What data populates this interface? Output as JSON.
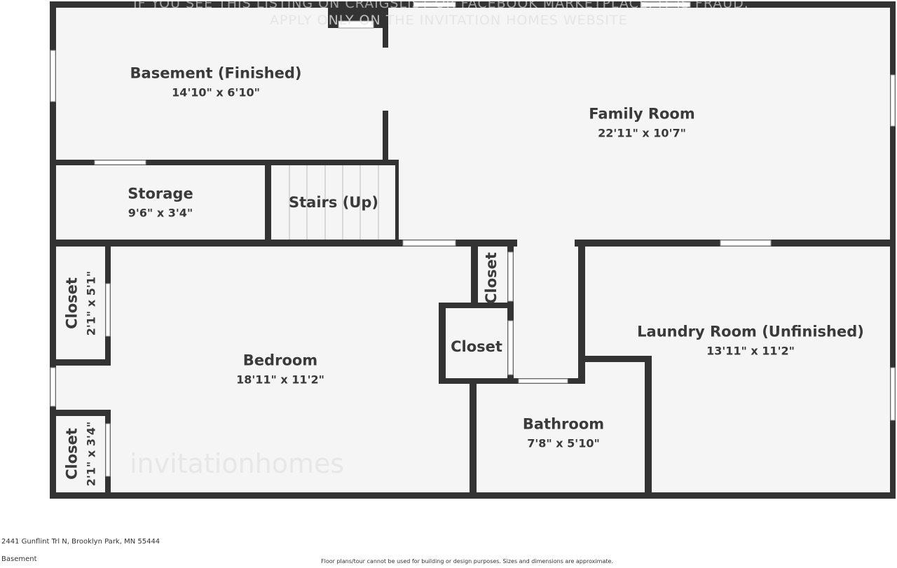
{
  "watermark": {
    "line1": "IF YOU SEE THIS LISTING ON CRAIGSLIST OR FACEBOOK MARKETPLACE, IT IS FRAUD.",
    "line2": "APPLY ONLY ON THE INVITATION HOMES WEBSITE",
    "logo": "invitationhomes"
  },
  "rooms": [
    {
      "name": "Basement (Finished)",
      "dims": "14'10\" x 6'10\""
    },
    {
      "name": "Family Room",
      "dims": "22'11\" x 10'7\""
    },
    {
      "name": "Storage",
      "dims": "9'6\" x 3'4\""
    },
    {
      "name": "Stairs (Up)",
      "dims": ""
    },
    {
      "name": "Closet",
      "dims": "2'1\" x 5'1\""
    },
    {
      "name": "Closet",
      "dims": ""
    },
    {
      "name": "Closet",
      "dims": ""
    },
    {
      "name": "Laundry Room (Unfinished)",
      "dims": "13'11\" x 11'2\""
    },
    {
      "name": "Bedroom",
      "dims": "18'11\" x 11'2\""
    },
    {
      "name": "Closet",
      "dims": "2'1\" x 3'4\""
    },
    {
      "name": "Bathroom",
      "dims": "7'8\" x 5'10\""
    }
  ],
  "footer": {
    "address": "2441 Gunflint Trl N, Brooklyn Park, MN 55444",
    "level": "Basement",
    "disclaimer": "Floor plans/tour cannot be used for building or design purposes. Sizes and dimensions are approximate."
  },
  "colors": {
    "wall": "#333333",
    "floor": "#f5f5f5",
    "window": "#ffffff"
  }
}
